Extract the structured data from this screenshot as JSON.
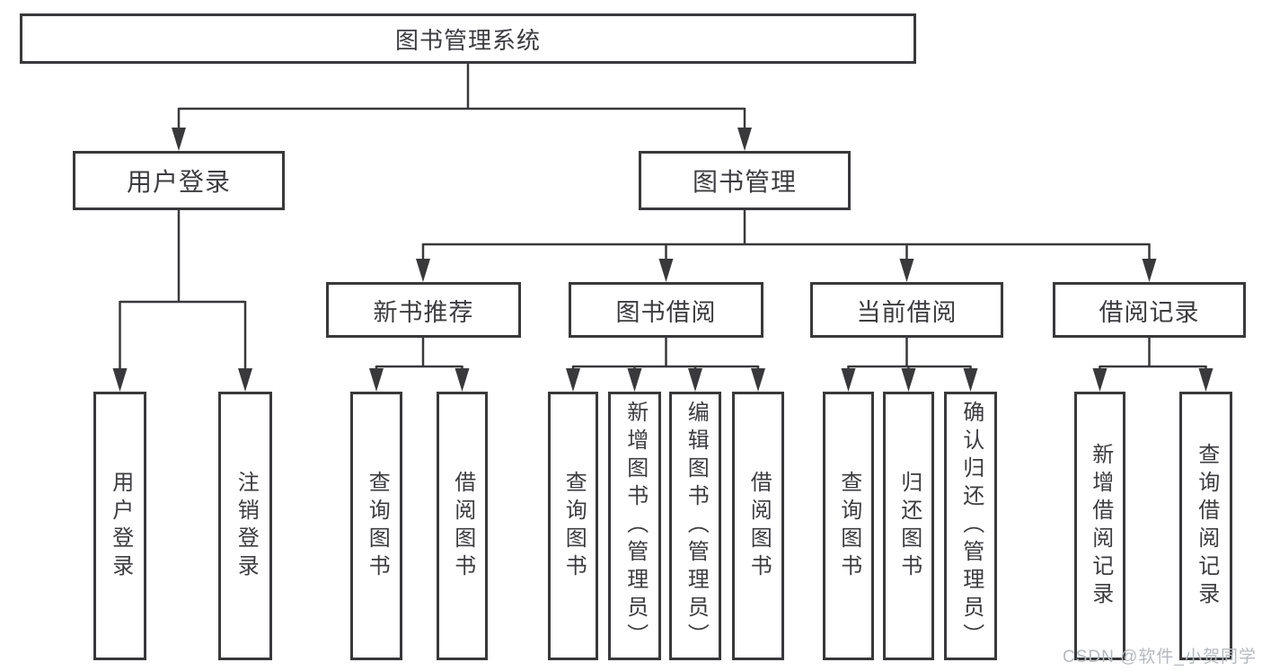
{
  "colors": {
    "background": "#ffffff",
    "line": "#39393b",
    "text": "#3c3c40",
    "watermark": "#b5b9c2"
  },
  "tree": {
    "root": {
      "label": "图书管理系统"
    },
    "branches": [
      {
        "label": "用户登录",
        "children": [
          {
            "label": "用户登录"
          },
          {
            "label": "注销登录"
          }
        ]
      },
      {
        "label": "图书管理",
        "children": [
          {
            "label": "新书推荐",
            "children": [
              {
                "label": "查询图书"
              },
              {
                "label": "借阅图书"
              }
            ]
          },
          {
            "label": "图书借阅",
            "children": [
              {
                "label": "查询图书"
              },
              {
                "label": "新增图书（管理员）"
              },
              {
                "label": "编辑图书（管理员）"
              },
              {
                "label": "借阅图书"
              }
            ]
          },
          {
            "label": "当前借阅",
            "children": [
              {
                "label": "查询图书"
              },
              {
                "label": "归还图书"
              },
              {
                "label": "确认归还（管理员）"
              }
            ]
          },
          {
            "label": "借阅记录",
            "children": [
              {
                "label": "新增借阅记录"
              },
              {
                "label": "查询借阅记录"
              }
            ]
          }
        ]
      }
    ]
  },
  "watermark": {
    "text": "CSDN @软件_小贺同学"
  }
}
